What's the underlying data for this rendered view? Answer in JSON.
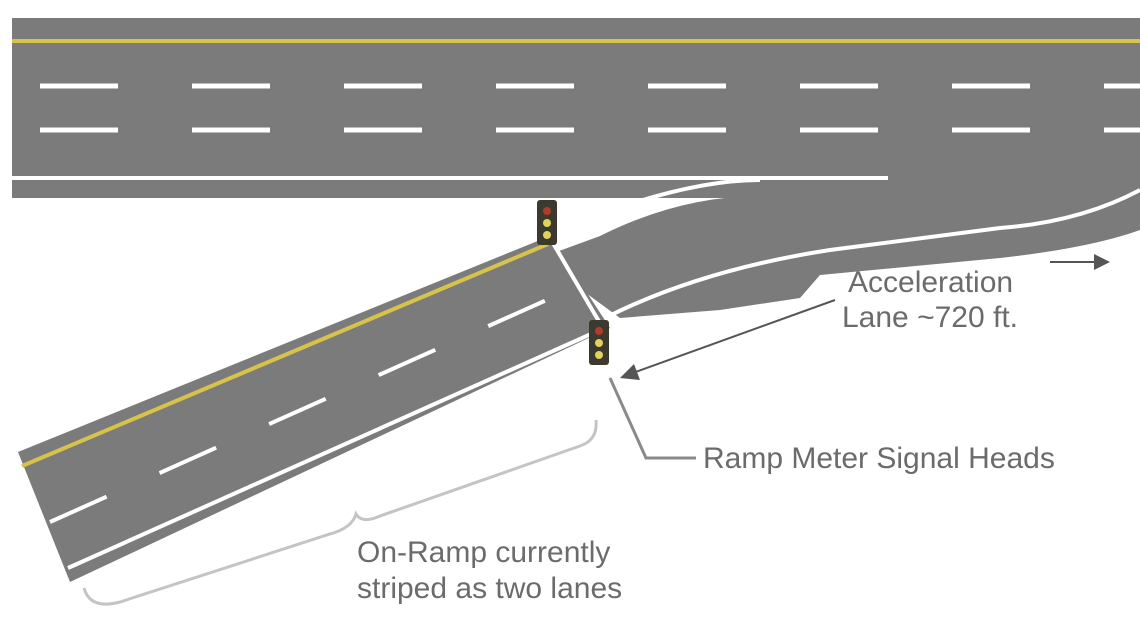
{
  "colors": {
    "road": "#7b7b7b",
    "lane_line": "#ffffff",
    "center_line": "#d8c34a",
    "annotation": "#6b6b6b",
    "signal_body": "#3c3a2e",
    "signal_on": "#e0d35a"
  },
  "labels": {
    "acceleration_line1": "Acceleration",
    "acceleration_line2": "Lane ~720 ft.",
    "ramp_meter": "Ramp Meter Signal Heads",
    "onramp_line1": "On-Ramp currently",
    "onramp_line2": "striped as two lanes"
  },
  "icons": {
    "signals": [
      "traffic-signal-icon",
      "traffic-signal-icon"
    ],
    "arrows": [
      "arrow-right-icon",
      "arrow-left-icon"
    ]
  }
}
